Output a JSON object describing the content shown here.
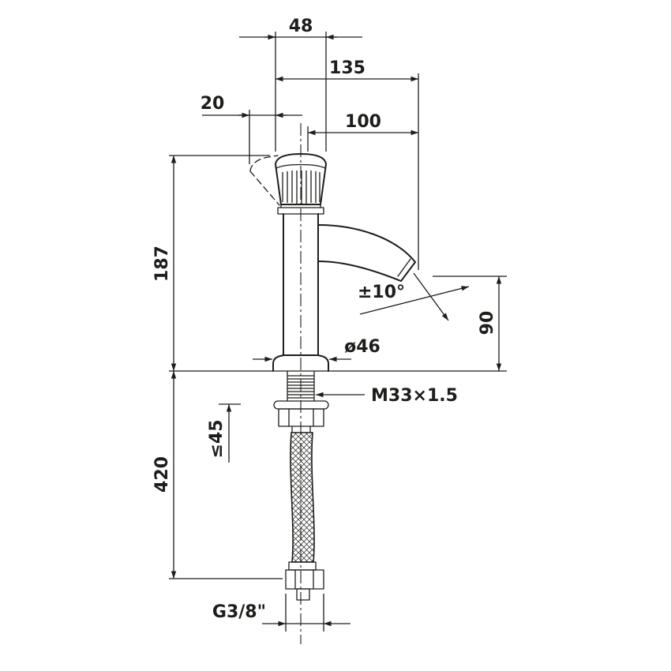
{
  "drawing": {
    "background_color": "#ffffff",
    "line_color": "#1d1d1b",
    "dimensions": {
      "knob_width": "48",
      "total_reach": "135",
      "handle_tilt_offset": "20",
      "spout_reach": "100",
      "height_above_deck": "187",
      "swivel_angle": "±10°",
      "outlet_height": "90",
      "base_diameter": "ø46",
      "shank_thread": "M33×1.5",
      "max_mounting_thickness": "≤45",
      "hose_length": "420",
      "connection_thread": "G3/8\""
    }
  }
}
